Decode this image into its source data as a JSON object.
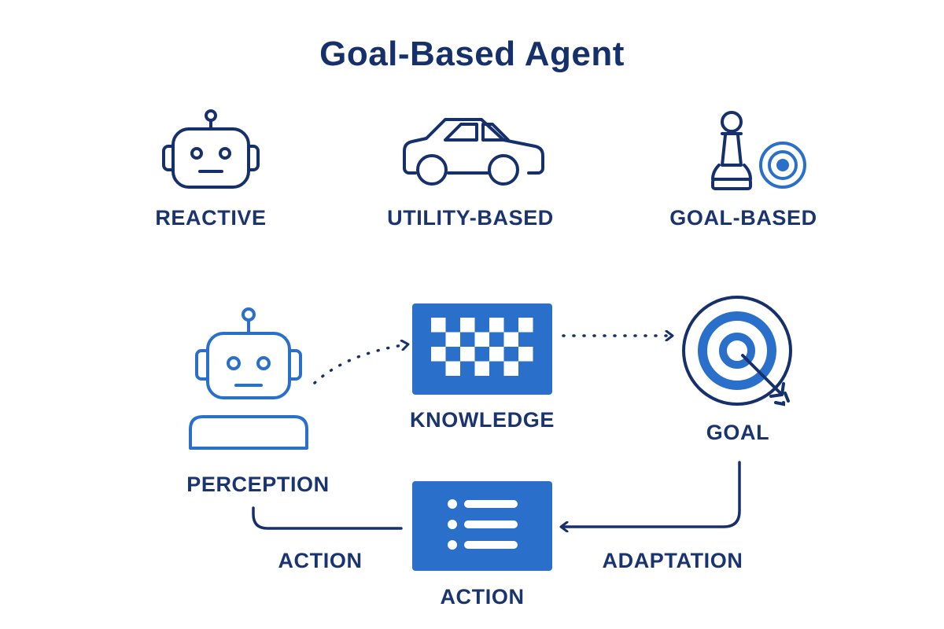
{
  "title": "Goal-Based Agent",
  "agent_types": [
    {
      "label": "REACTIVE",
      "icon": "robot-head-icon"
    },
    {
      "label": "UTILITY-BASED",
      "icon": "car-icon"
    },
    {
      "label": "GOAL-BASED",
      "icon": "chess-pawn-target-icon"
    }
  ],
  "flow": {
    "perception": {
      "label": "PERCEPTION",
      "icon": "robot-icon"
    },
    "knowledge": {
      "label": "KNOWLEDGE",
      "icon": "checkerboard-icon"
    },
    "goal": {
      "label": "GOAL",
      "icon": "target-arrow-icon"
    },
    "action_node": {
      "label": "ACTION",
      "icon": "list-icon"
    },
    "edge_action": "ACTION",
    "edge_adaptation": "ADAPTATION"
  },
  "colors": {
    "navy": "#16306b",
    "blue": "#2a6fc9",
    "background": "#ffffff"
  }
}
